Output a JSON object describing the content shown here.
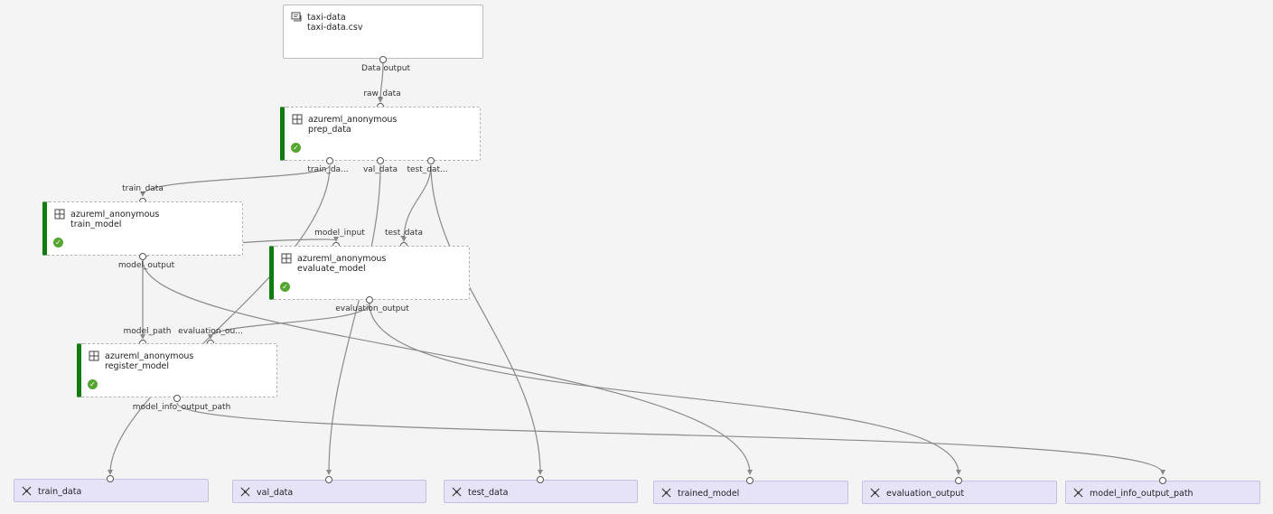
{
  "dataset": {
    "title": "taxi-data",
    "subtitle": "taxi-data.csv",
    "output_label": "Data output"
  },
  "nodes": {
    "prep": {
      "title": "azureml_anonymous",
      "subtitle": "prep_data"
    },
    "train": {
      "title": "azureml_anonymous",
      "subtitle": "train_model"
    },
    "evaluate": {
      "title": "azureml_anonymous",
      "subtitle": "evaluate_model"
    },
    "register": {
      "title": "azureml_anonymous",
      "subtitle": "register_model"
    }
  },
  "ports": {
    "raw_data": "raw_data",
    "prep_train_data": "train_da...",
    "prep_val_data": "val_data",
    "prep_test_data": "test_dat...",
    "train_in": "train_data",
    "train_out": "model_output",
    "eval_model_input": "model_input",
    "eval_test_data": "test_data",
    "eval_out": "evaluation_output",
    "reg_model_path": "model_path",
    "reg_eval": "evaluation_ou...",
    "reg_out": "model_info_output_path"
  },
  "outputs": [
    "train_data",
    "val_data",
    "test_data",
    "trained_model",
    "evaluation_output",
    "model_info_output_path"
  ],
  "colors": {
    "status": "#107c10",
    "output_bg": "#e6e2f8",
    "edge": "#8a8a8a"
  }
}
